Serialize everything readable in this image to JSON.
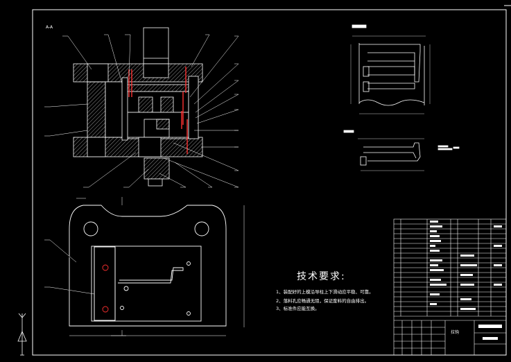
{
  "colors": {
    "background": "#000000",
    "frame": "#ffffff",
    "accent_red": "#ff3030",
    "hatch": "#ffffff",
    "leader": "#ffffff"
  },
  "section_label": "A-A",
  "technical_requirements": {
    "title": "技术要求:",
    "items": [
      "1、装配好的上模沿导柱上下滑动应平稳、可靠。",
      "2、落料孔应畅通无阻，保证废料的自由排出。",
      "3、标准件应能互换。"
    ]
  },
  "title_block": {
    "center_text": "拉钩"
  },
  "axis_icons": [
    "y-axis-icon",
    "ucs-icon"
  ]
}
